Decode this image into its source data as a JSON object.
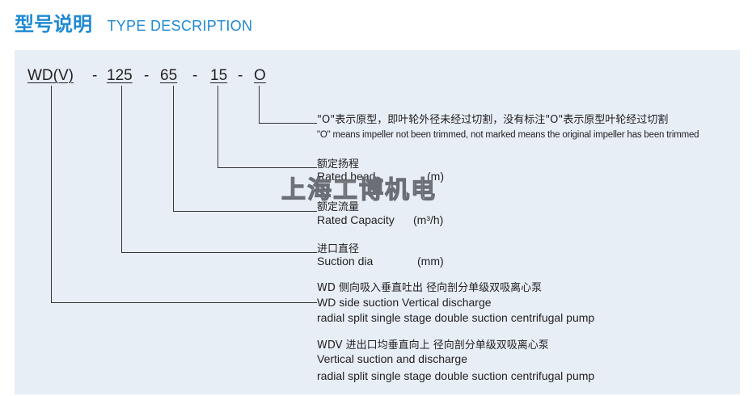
{
  "heading": {
    "cn": "型号说明",
    "en": "TYPE DESCRIPTION"
  },
  "colors": {
    "accent": "#1f8ad1",
    "panel_bg": "#e8eef6"
  },
  "model_code": {
    "segments": [
      "WD(V)",
      "125",
      "65",
      "15",
      "O"
    ],
    "separator": "-"
  },
  "items": {
    "impeller": {
      "cn": "\"O\"表示原型，即叶轮外径未经过切割，没有标注\"O\"表示原型叶轮经过切割",
      "en": "\"O\" means impeller not been trimmed, not marked means the original impeller has been trimmed"
    },
    "head": {
      "cn": "额定扬程",
      "en": "Rated head",
      "unit": "(m)"
    },
    "capacity": {
      "cn": "额定流量",
      "en": "Rated Capacity",
      "unit": "(m³/h)"
    },
    "suction": {
      "cn": "进口直径",
      "en": "Suction dia",
      "unit": "(mm)"
    },
    "wd": {
      "cn": "WD 侧向吸入垂直吐出  径向剖分单级双吸离心泵",
      "en1": "WD side suction Vertical discharge",
      "en2": "radial split single stage double suction centrifugal pump"
    },
    "wdv": {
      "cn": "WDV 进出口均垂直向上  径向剖分单级双吸离心泵",
      "en1": "Vertical suction and discharge",
      "en2": "radial split single stage double suction centrifugal pump"
    }
  },
  "watermark": "上海工博机电"
}
